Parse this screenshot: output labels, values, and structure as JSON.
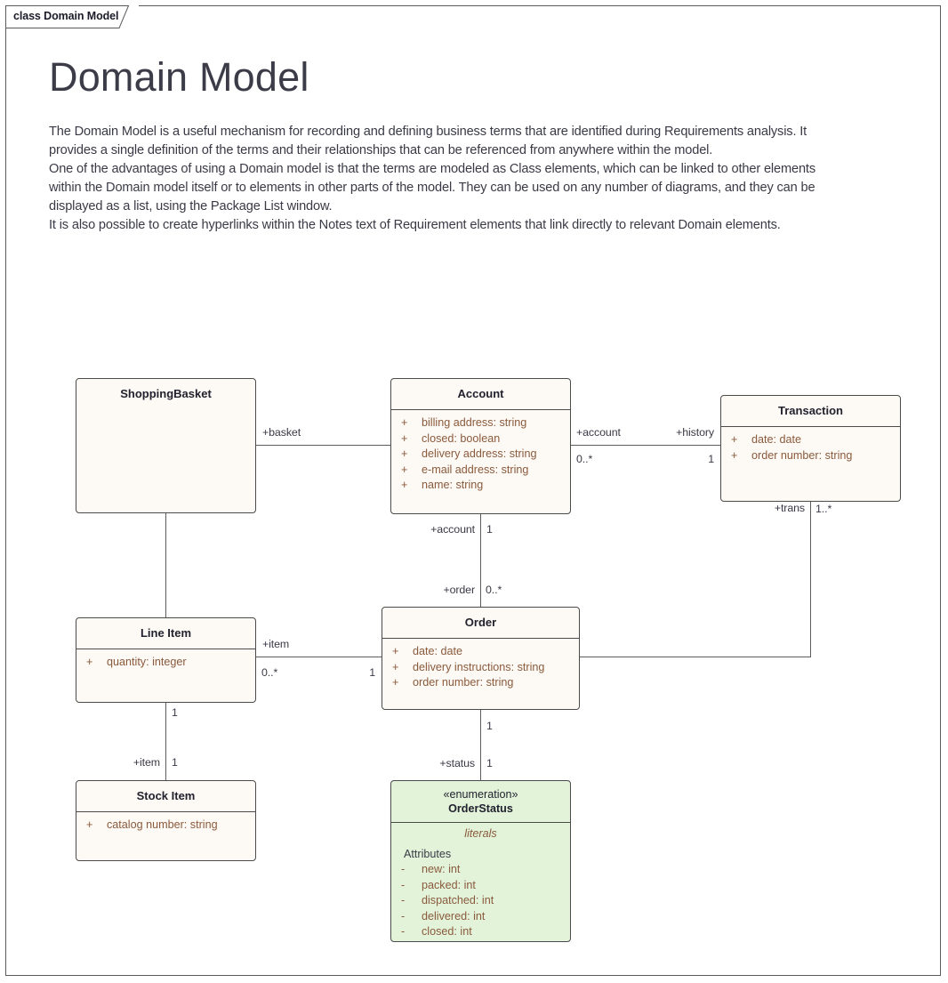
{
  "frame": {
    "tab_label": "class Domain Model"
  },
  "heading": {
    "title": "Domain Model"
  },
  "description": {
    "paragraphs": [
      "The Domain Model is a useful mechanism for recording and defining business terms that are identified during Requirements analysis.  It provides a single definition of the terms and their relationships that can be referenced from anywhere within the model.",
      "One of the advantages of using a Domain model is that the terms are modeled as Class elements, which can be linked to other elements within the Domain model itself or to elements in other parts of the model.  They can be used on any number of diagrams, and they can be displayed as a list, using the Package List window.",
      "It is also possible to create hyperlinks within the Notes text of Requirement elements that link directly to relevant Domain elements."
    ]
  },
  "classes": {
    "shopping_basket": {
      "name": "ShoppingBasket",
      "attributes": []
    },
    "account": {
      "name": "Account",
      "attributes": [
        {
          "visibility": "+",
          "text": "billing address: string"
        },
        {
          "visibility": "+",
          "text": "closed: boolean"
        },
        {
          "visibility": "+",
          "text": "delivery address: string"
        },
        {
          "visibility": "+",
          "text": "e-mail address: string"
        },
        {
          "visibility": "+",
          "text": "name: string"
        }
      ]
    },
    "transaction": {
      "name": "Transaction",
      "attributes": [
        {
          "visibility": "+",
          "text": "date: date"
        },
        {
          "visibility": "+",
          "text": "order number: string"
        }
      ]
    },
    "line_item": {
      "name": "Line Item",
      "attributes": [
        {
          "visibility": "+",
          "text": "quantity: integer"
        }
      ]
    },
    "order": {
      "name": "Order",
      "attributes": [
        {
          "visibility": "+",
          "text": "date: date"
        },
        {
          "visibility": "+",
          "text": "delivery instructions: string"
        },
        {
          "visibility": "+",
          "text": "order number: string"
        }
      ]
    },
    "stock_item": {
      "name": "Stock Item",
      "attributes": [
        {
          "visibility": "+",
          "text": "catalog number: string"
        }
      ]
    },
    "order_status": {
      "stereotype": "«enumeration»",
      "name": "OrderStatus",
      "section_label": "literals",
      "group_label": "Attributes",
      "attributes": [
        {
          "visibility": "-",
          "text": "new: int"
        },
        {
          "visibility": "-",
          "text": "packed: int"
        },
        {
          "visibility": "-",
          "text": "dispatched: int"
        },
        {
          "visibility": "-",
          "text": "delivered: int"
        },
        {
          "visibility": "-",
          "text": "closed: int"
        }
      ]
    }
  },
  "connector_labels": {
    "basket_role": "+basket",
    "account_role_h": "+account",
    "account_mult_h": "0..*",
    "history_role": "+history",
    "history_mult": "1",
    "trans_role": "+trans",
    "trans_mult": "1..*",
    "account_role_v": "+account",
    "account_mult_v": "1",
    "order_role": "+order",
    "order_mult": "0..*",
    "item_role_order": "+item",
    "item_mult_left": "0..*",
    "item_mult_right": "1",
    "lineitem_stock_mult_top": "1",
    "item_role_stock": "+item",
    "item_mult_stock": "1",
    "status_mult_top": "1",
    "status_role": "+status",
    "status_mult_bottom": "1"
  },
  "colors": {
    "class_fill": "#fdf9f4",
    "enum_fill": "#e2f3da",
    "border": "#4b4b4b",
    "attribute_text": "#8a5a3c",
    "name_text": "#22222e",
    "body_text": "#3a3a46"
  }
}
